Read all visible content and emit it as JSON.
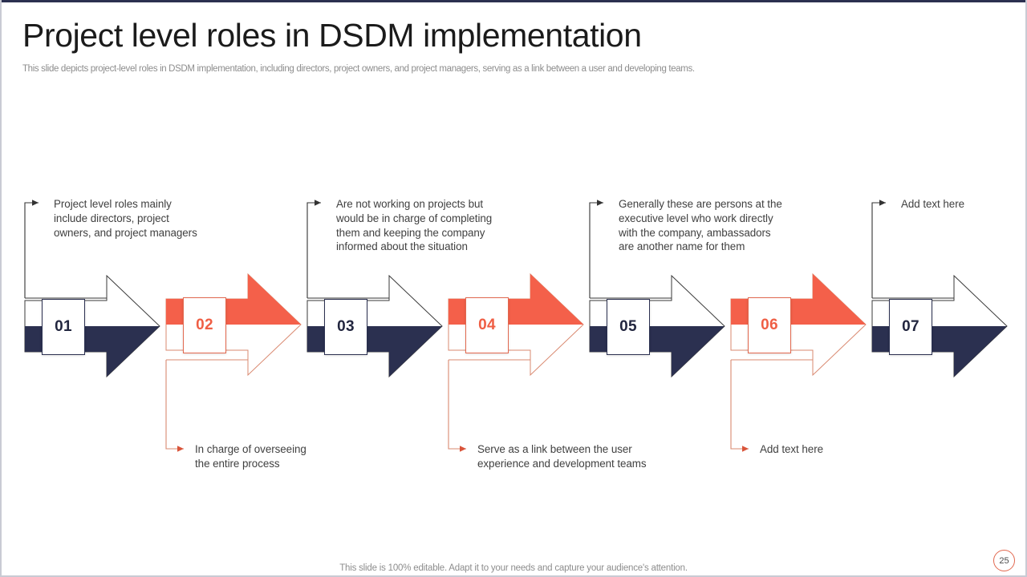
{
  "slide": {
    "title": "Project level roles in DSDM implementation",
    "subtitle": "This slide depicts project-level roles in DSDM implementation, including directors, project owners, and project managers, serving as a link between a user and developing teams.",
    "footer_note": "This slide is 100% editable. Adapt it to your needs and capture your audience's attention.",
    "page_number": "25"
  },
  "theme": {
    "accent_orange": "#F4604A",
    "dark_navy": "#2B3050",
    "text_gray": "#404040",
    "muted_gray": "#8D8D8D",
    "background": "#FFFFFF"
  },
  "process": {
    "steps": [
      {
        "number": "01",
        "color": "dark",
        "callout_position": "top",
        "callout_text": "Project level roles mainly include directors, project owners, and project managers"
      },
      {
        "number": "02",
        "color": "orange",
        "callout_position": "bottom",
        "callout_text": "In charge of overseeing the entire process"
      },
      {
        "number": "03",
        "color": "dark",
        "callout_position": "top",
        "callout_text": "Are not working on projects but would be in charge of completing them and keeping the company informed about the situation"
      },
      {
        "number": "04",
        "color": "orange",
        "callout_position": "bottom",
        "callout_text": "Serve as a link between the user experience and development teams"
      },
      {
        "number": "05",
        "color": "dark",
        "callout_position": "top",
        "callout_text": "Generally these are persons at the executive level who work directly with the company, ambassadors are another name for them"
      },
      {
        "number": "06",
        "color": "orange",
        "callout_position": "bottom",
        "callout_text": "Add text here"
      },
      {
        "number": "07",
        "color": "dark",
        "callout_position": "top",
        "callout_text": "Add text here"
      }
    ]
  },
  "callouts": {
    "c1": {
      "l1": "Project level roles mainly",
      "l2": "include directors, project",
      "l3": "owners, and project managers"
    },
    "c2": {
      "l1": "In charge of overseeing",
      "l2": "the entire process"
    },
    "c3": {
      "l1": "Are not working on projects but",
      "l2": "would be in charge of completing",
      "l3": "them and keeping the company",
      "l4": "informed about the situation"
    },
    "c4": {
      "l1": "Serve as a link between the user",
      "l2": "experience and development teams"
    },
    "c5": {
      "l1": "Generally these are persons at the",
      "l2": "executive level who work directly",
      "l3": "with the company, ambassadors",
      "l4": "are another name for them"
    },
    "c6": {
      "l1": "Add text here"
    },
    "c7": {
      "l1": "Add text here"
    }
  }
}
